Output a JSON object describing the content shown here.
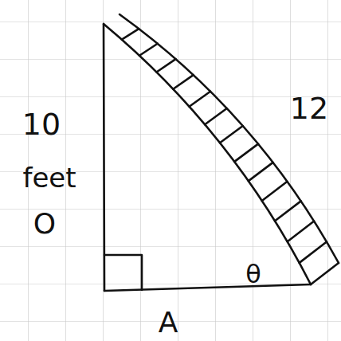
{
  "diagram": {
    "labels": [
      "10",
      "feet",
      "O",
      "12",
      "θ",
      "A"
    ]
  }
}
